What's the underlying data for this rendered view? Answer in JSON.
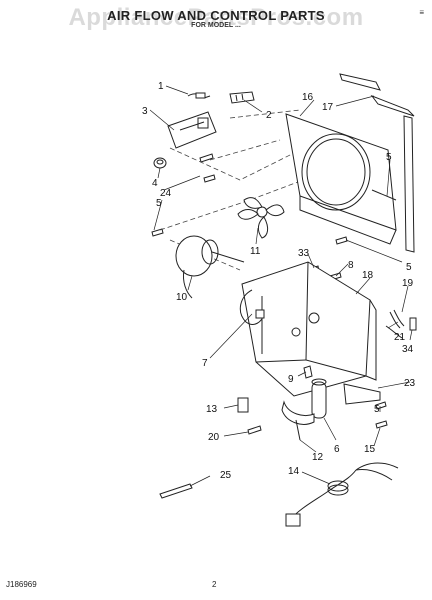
{
  "header": {
    "title": "AIR FLOW AND CONTROL PARTS",
    "subtitle": "FOR MODEL ..."
  },
  "watermark": "AppliancePartsPros.com",
  "corner_mark": "≡",
  "footer": {
    "doc_number": "J186969",
    "page_number": "2"
  },
  "callouts": [
    "1",
    "2",
    "3",
    "4",
    "5",
    "5",
    "5",
    "5",
    "6",
    "7",
    "8",
    "9",
    "10",
    "11",
    "12",
    "13",
    "14",
    "15",
    "16",
    "17",
    "18",
    "19",
    "20",
    "21",
    "23",
    "24",
    "25",
    "33",
    "34"
  ]
}
